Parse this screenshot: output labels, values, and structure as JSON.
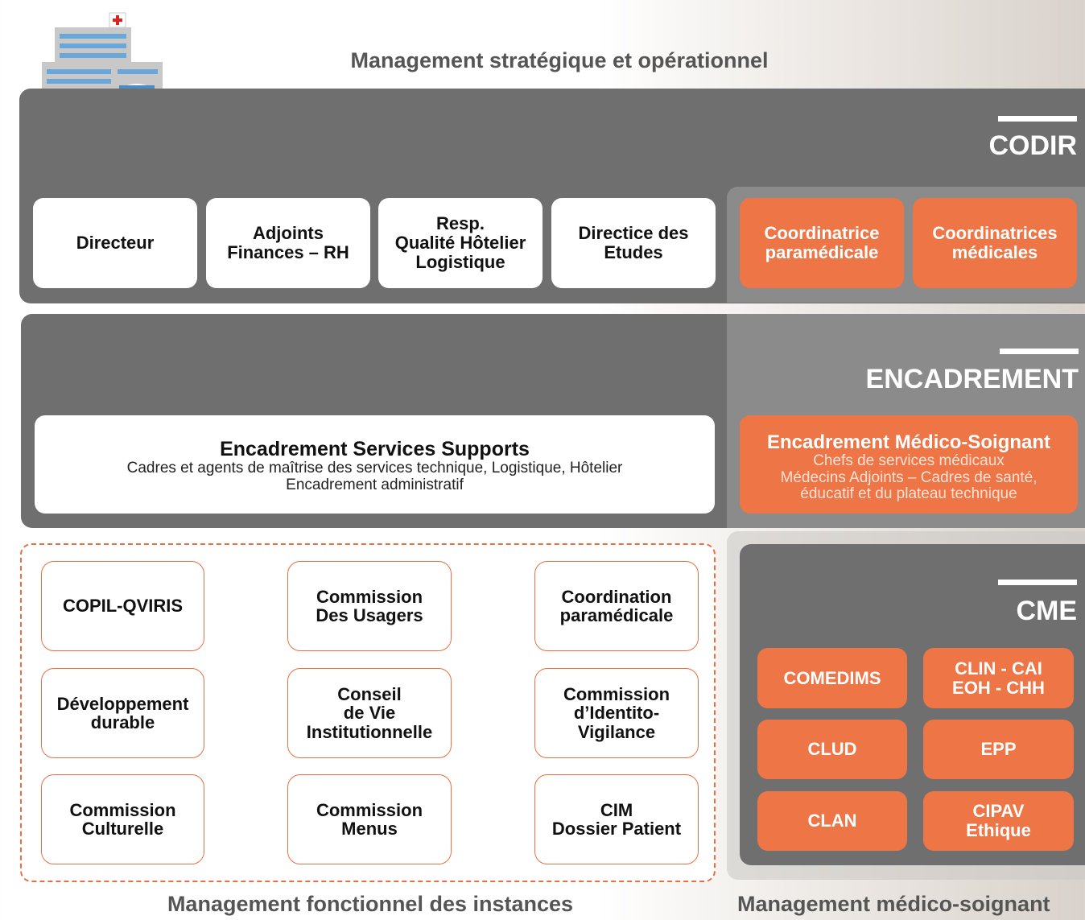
{
  "header": {
    "top_title": "Management stratégique et opérationnel",
    "bottom_left_title": "Management fonctionnel des instances",
    "bottom_right_title": "Management médico-soignant"
  },
  "colors": {
    "accent_orange": "#ee7546",
    "panel_gray": "#6f6f6f",
    "panel_light_gray": "#8b8b8b"
  },
  "icons": {
    "logo": "hospital-icon"
  },
  "codir": {
    "label": "CODIR",
    "boxes": [
      "Directeur",
      "Adjoints\nFinances – RH",
      "Resp.\nQualité Hôtelier\nLogistique",
      "Directice des\nEtudes"
    ],
    "medical_boxes": [
      "Coordinatrice\nparamédicale",
      "Coordinatrices\nmédicales"
    ]
  },
  "encadrement": {
    "label": "ENCADREMENT",
    "support": {
      "title": "Encadrement Services Supports",
      "line1": "Cadres et agents de maîtrise des services technique, Logistique, Hôtelier",
      "line2": "Encadrement administratif"
    },
    "medico": {
      "title": "Encadrement Médico-Soignant",
      "line1": "Chefs de services médicaux",
      "line2": "Médecins Adjoints – Cadres de santé,",
      "line3": "éducatif et du plateau technique"
    }
  },
  "instances": [
    "COPIL-QVIRIS",
    "Commission\nDes Usagers",
    "Coordination\nparamédicale",
    "Développement\ndurable",
    "Conseil\nde Vie\nInstitutionnelle",
    "Commission\nd’Identito-\nVigilance",
    "Commission\nCulturelle",
    "Commission\nMenus",
    "CIM\nDossier Patient"
  ],
  "cme": {
    "label": "CME",
    "boxes": [
      "COMEDIMS",
      "CLIN - CAI\nEOH - CHH",
      "CLUD",
      "EPP",
      "CLAN",
      "CIPAV\nEthique"
    ]
  }
}
